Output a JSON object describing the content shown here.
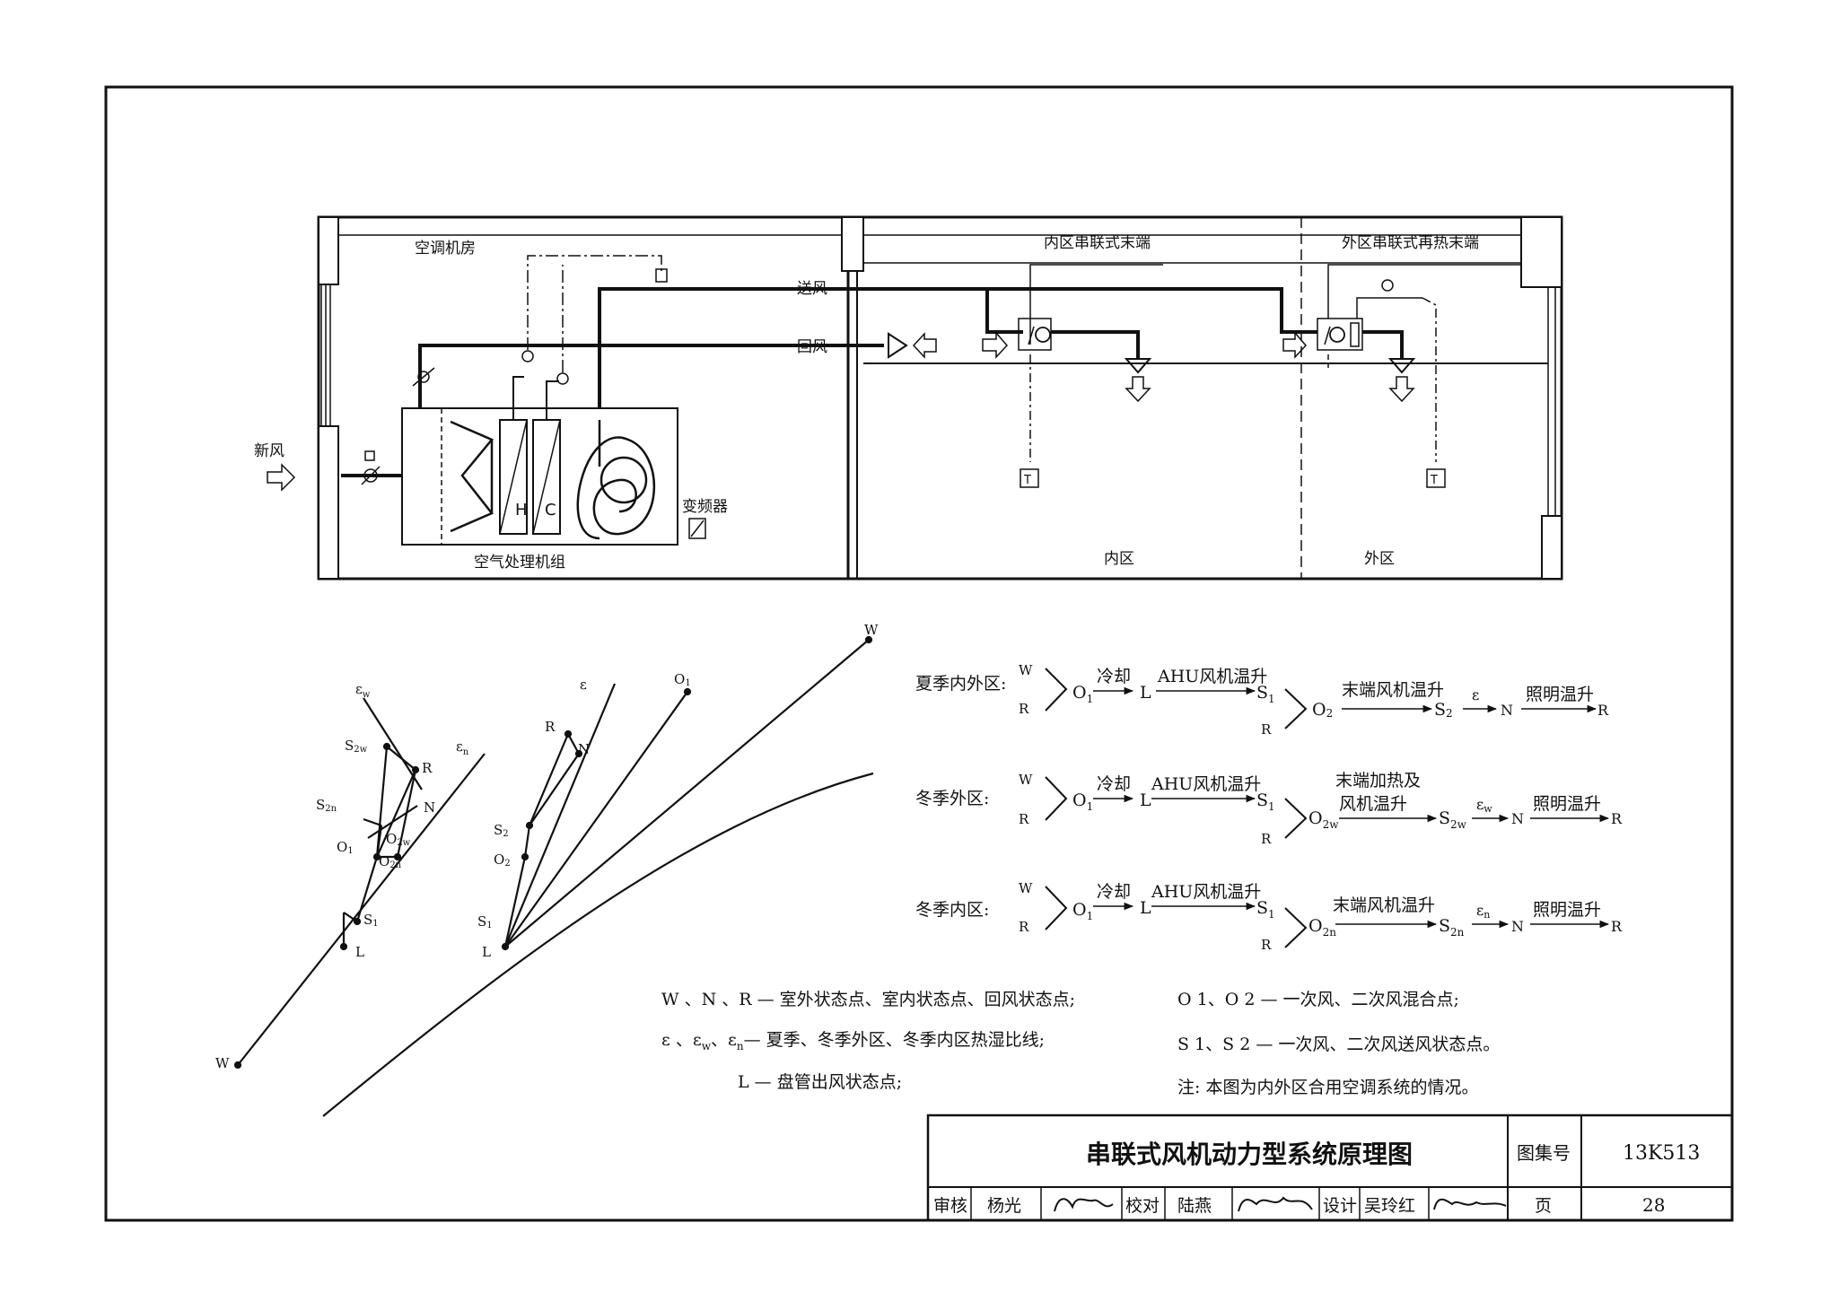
{
  "schematic": {
    "room_machine": "空调机房",
    "supply_air": "送风",
    "return_air": "回风",
    "fresh_air": "新风",
    "vfd": "变频器",
    "ahu": "空气处理机组",
    "coil_h": "H",
    "coil_c": "C",
    "inner_terminal": "内区串联式末端",
    "outer_terminal": "外区串联式再热末端",
    "inner_zone": "内区",
    "outer_zone": "外区",
    "thermostat": "T"
  },
  "chart_left": {
    "eps_w": "ε",
    "eps_w_sub": "w",
    "s2w": "S",
    "s2w_sub": "2w",
    "eps_n": "ε",
    "eps_n_sub": "n",
    "r": "R",
    "n": "N",
    "s2n": "S",
    "s2n_sub": "2n",
    "o1": "O",
    "o1_sub": "1",
    "o2w": "O",
    "o2w_sub": "2w",
    "o2n": "O",
    "o2n_sub": "2n",
    "s1": "S",
    "s1_sub": "1",
    "l": "L",
    "w": "W"
  },
  "chart_right": {
    "w": "W",
    "eps": "ε",
    "o1": "O",
    "o1_sub": "1",
    "r": "R",
    "n": "N",
    "s2": "S",
    "s2_sub": "2",
    "o2": "O",
    "o2_sub": "2",
    "s1": "S",
    "s1_sub": "1",
    "l": "L"
  },
  "processes": [
    {
      "label": "夏季内外区:",
      "w": "W",
      "r": "R",
      "o1": "O",
      "o1_sub": "1",
      "cool": "冷却",
      "l": "L",
      "ahu_rise": "AHU风机温升",
      "s1": "S",
      "s1_sub": "1",
      "r2": "R",
      "o2": "O",
      "o2_sub": "2",
      "terminal": "末端风机温升",
      "terminal2": "",
      "s2": "S",
      "s2_sub": "2",
      "eps": "ε",
      "eps_sub": "",
      "n": "N",
      "light": "照明温升",
      "rend": "R"
    },
    {
      "label": "冬季外区:",
      "w": "W",
      "r": "R",
      "o1": "O",
      "o1_sub": "1",
      "cool": "冷却",
      "l": "L",
      "ahu_rise": "AHU风机温升",
      "s1": "S",
      "s1_sub": "1",
      "r2": "R",
      "o2": "O",
      "o2_sub": "2w",
      "terminal": "末端加热及",
      "terminal2": "风机温升",
      "s2": "S",
      "s2_sub": "2w",
      "eps": "ε",
      "eps_sub": "w",
      "n": "N",
      "light": "照明温升",
      "rend": "R"
    },
    {
      "label": "冬季内区:",
      "w": "W",
      "r": "R",
      "o1": "O",
      "o1_sub": "1",
      "cool": "冷却",
      "l": "L",
      "ahu_rise": "AHU风机温升",
      "s1": "S",
      "s1_sub": "1",
      "r2": "R",
      "o2": "O",
      "o2_sub": "2n",
      "terminal": "末端风机温升",
      "terminal2": "",
      "s2": "S",
      "s2_sub": "2n",
      "eps": "ε",
      "eps_sub": "n",
      "n": "N",
      "light": "照明温升",
      "rend": "R"
    }
  ],
  "legend": {
    "l1": "W 、N 、R — 室外状态点、室内状态点、回风状态点;",
    "l2_a": "ε 、ε",
    "l2_w": "w",
    "l2_b": "、ε",
    "l2_n": "n",
    "l2_c": "— 夏季、冬季外区、冬季内区热湿比线;",
    "l3": "L — 盘管出风状态点;",
    "r1": "O 1、O 2 — 一次风、二次风混合点;",
    "r2": "S 1、S 2 — 一次风、二次风送风状态点。",
    "r3": "注: 本图为内外区合用空调系统的情况。"
  },
  "title_block": {
    "title": "串联式风机动力型系统原理图",
    "atlas_label": "图集号",
    "atlas_no": "13K513",
    "review_label": "审核",
    "reviewer": "杨光",
    "check_label": "校对",
    "checker": "陆燕",
    "design_label": "设计",
    "designer": "吴玲红",
    "page_label": "页",
    "page_no": "28"
  }
}
